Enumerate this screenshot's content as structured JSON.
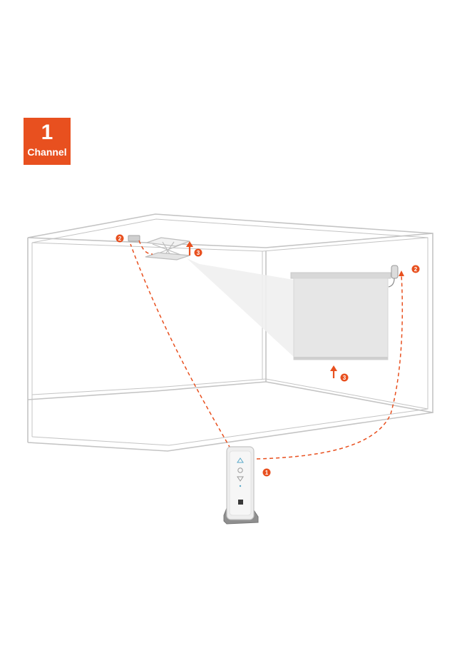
{
  "badge": {
    "number": "1",
    "label": "Channel"
  },
  "markers": {
    "remote": "1",
    "projector_lift": "2",
    "screen_motor": "2",
    "lift_direction": "3",
    "screen_direction": "3"
  },
  "colors": {
    "accent": "#e8501f",
    "room_line": "#bdbdbd",
    "screen": "#e6e6e6",
    "remote_body": "#eeeeee"
  },
  "icons": [
    "lift-up-arrow",
    "screen-up-arrow",
    "remote-up-button",
    "remote-stop-button",
    "remote-down-button"
  ]
}
